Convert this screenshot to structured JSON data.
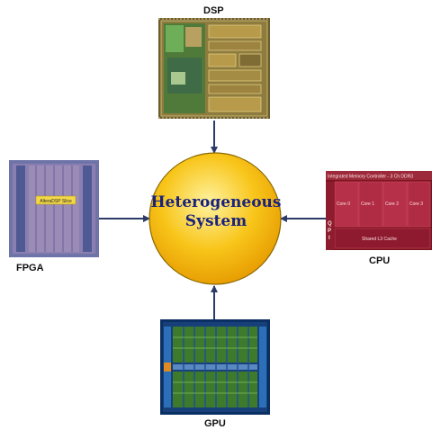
{
  "hub": {
    "line1": "Heterogeneous",
    "line2": "System"
  },
  "nodes": {
    "dsp": {
      "label": "DSP"
    },
    "fpga": {
      "label": "FPGA",
      "chip_caption": "AlteraDSP Slice"
    },
    "cpu": {
      "label": "CPU",
      "chip_header": "Integrated Memory Controller - 3 Ch DDR3",
      "cores": [
        "Core 0",
        "Core 1",
        "Core 2",
        "Core 3"
      ],
      "side_letters": [
        "Q",
        "P",
        "I"
      ],
      "cache": "Shared L3 Cache"
    },
    "gpu": {
      "label": "GPU"
    }
  },
  "colors": {
    "hub_fill": "#f5b400",
    "hub_text": "#1a237e",
    "arrow": "#2b3a67"
  }
}
